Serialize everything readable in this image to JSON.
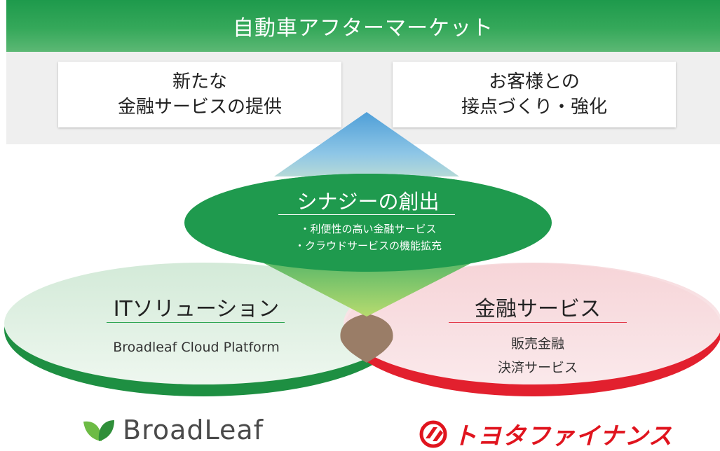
{
  "header": {
    "title": "自動車アフターマーケット"
  },
  "cards": [
    {
      "line1": "新たな",
      "line2": "金融サービスの提供"
    },
    {
      "line1": "お客様との",
      "line2": "接点づくり・強化"
    }
  ],
  "synergy": {
    "title": "シナジーの創出",
    "items": [
      "・利便性の高い金融サービス",
      "・クラウドサービスの機能拡充"
    ]
  },
  "it_solution": {
    "title": "ITソリューション",
    "subtitle": "Broadleaf Cloud Platform"
  },
  "financial": {
    "title": "金融サービス",
    "items": [
      "販売金融",
      "決済サービス"
    ]
  },
  "logos": {
    "broadleaf": "BroadLeaf",
    "toyota_finance": "トヨタファイナンス"
  },
  "colors": {
    "green": "#1e9a4c",
    "red": "#e2202e",
    "sky": "#79b8e0"
  }
}
